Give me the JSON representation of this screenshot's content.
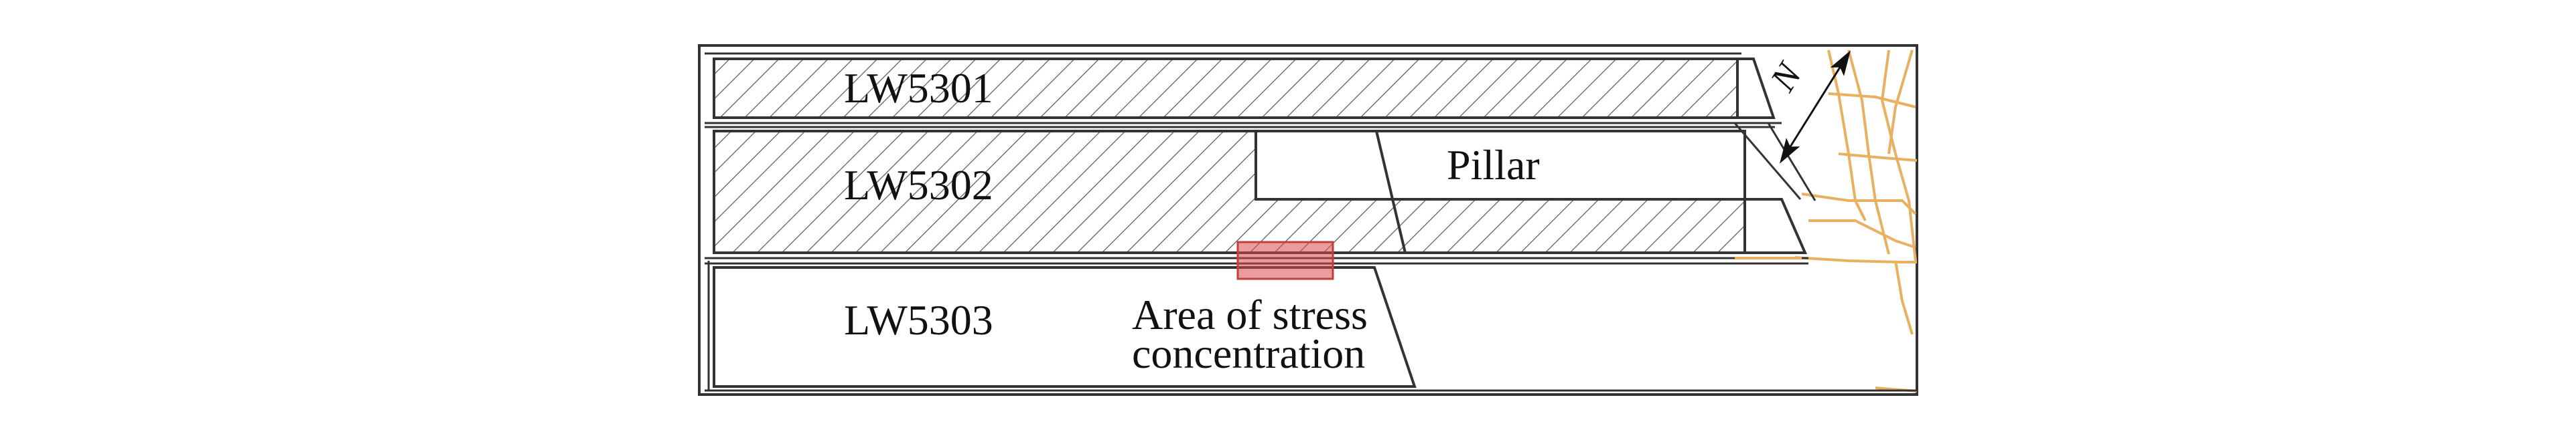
{
  "panels": {
    "lw5301": "LW5301",
    "lw5302": "LW5302",
    "lw5303": "LW5303",
    "pillar": "Pillar"
  },
  "annotation": {
    "line1": "Area of stress",
    "line2": "concentration"
  },
  "north_label": "N",
  "colors": {
    "outline": "#333333",
    "hatch": "#555555",
    "roadway": "#e8b060",
    "stress_fill": "#d94a4a",
    "background": "#ffffff"
  },
  "icons": [
    "north-arrow-icon"
  ]
}
